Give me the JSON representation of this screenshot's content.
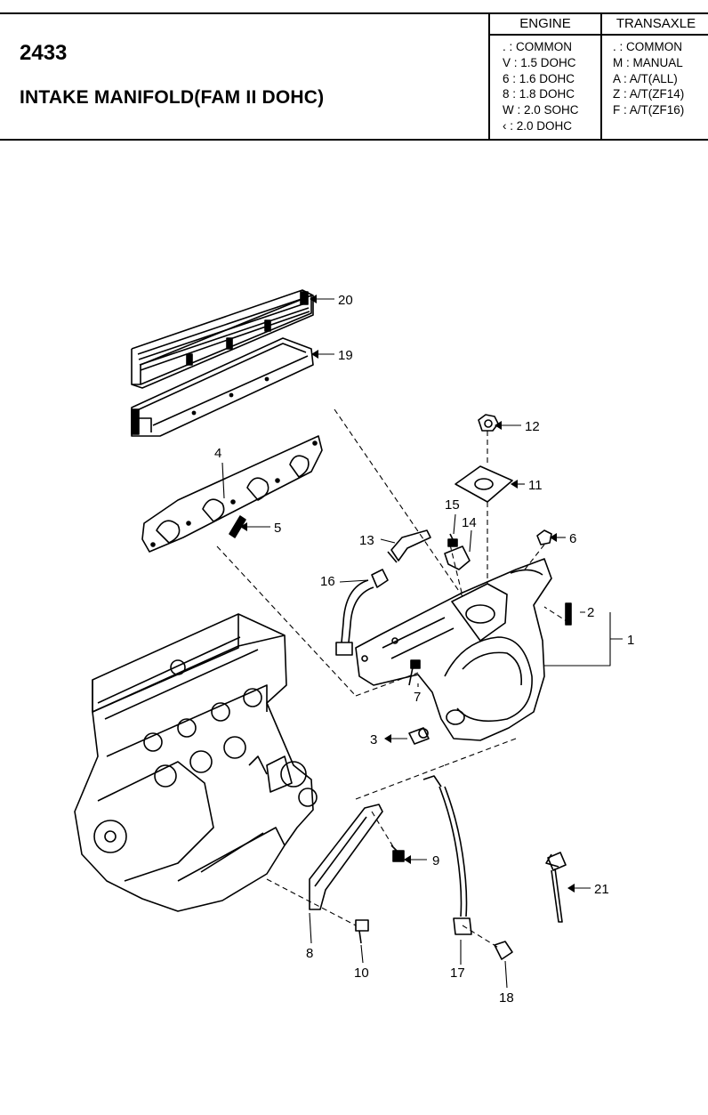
{
  "header": {
    "page_number": "2433",
    "title": "INTAKE MANIFOLD(FAM II DOHC)"
  },
  "engine_table": {
    "heading": "ENGINE",
    "rows": [
      ". : COMMON",
      "V : 1.5 DOHC",
      "6 : 1.6 DOHC",
      "8 : 1.8 DOHC",
      "W : 2.0 SOHC",
      "‹ : 2.0 DOHC"
    ]
  },
  "transaxle_table": {
    "heading": "TRANSAXLE",
    "rows": [
      ". : COMMON",
      "M : MANUAL",
      "A : A/T(ALL)",
      "Z : A/T(ZF14)",
      "F : A/T(ZF16)"
    ]
  },
  "callouts": [
    "1",
    "2",
    "3",
    "4",
    "5",
    "6",
    "7",
    "8",
    "9",
    "10",
    "11",
    "12",
    "13",
    "14",
    "15",
    "16",
    "17",
    "18",
    "19",
    "20",
    "21"
  ]
}
